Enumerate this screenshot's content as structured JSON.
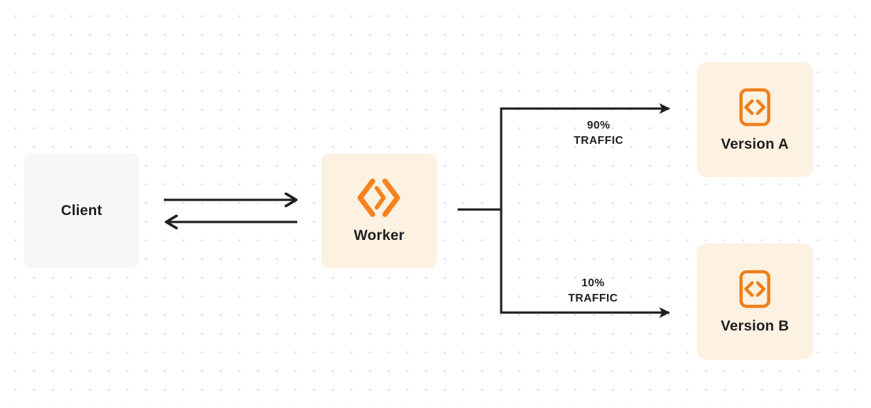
{
  "canvas": {
    "background": "#ffffff",
    "dot_color": "#d8d8d8"
  },
  "colors": {
    "accent_orange": "#f6821f",
    "node_cream": "#fdf1e1",
    "node_gray": "#f7f7f8",
    "line_dark": "#1d1f20",
    "text_dark": "#1d1f20"
  },
  "nodes": {
    "client": {
      "label": "Client"
    },
    "worker": {
      "label": "Worker",
      "icon": "workers-logo-icon"
    },
    "version_a": {
      "label": "Version A",
      "icon": "code-icon"
    },
    "version_b": {
      "label": "Version B",
      "icon": "code-icon"
    }
  },
  "edges": {
    "top": {
      "percent": "90%",
      "caption": "TRAFFIC"
    },
    "bottom": {
      "percent": "10%",
      "caption": "TRAFFIC"
    }
  }
}
